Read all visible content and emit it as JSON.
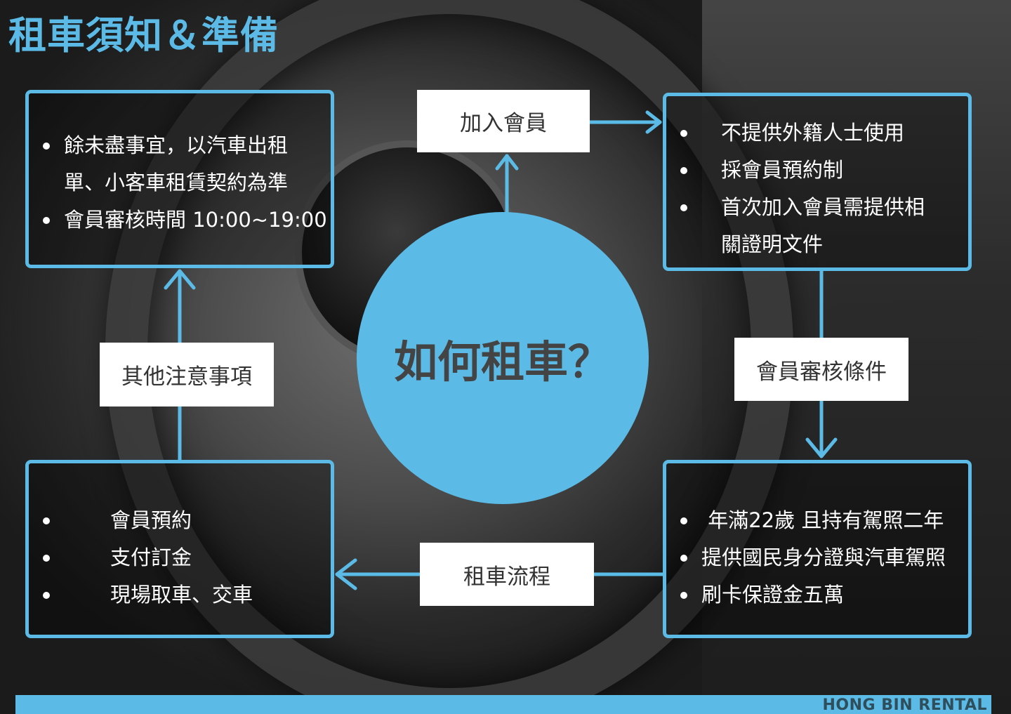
{
  "title": "租車須知＆準備",
  "center": "如何租車？",
  "labels": {
    "join": "加入會員",
    "review": "會員審核條件",
    "process": "租車流程",
    "other": "其他注意事項"
  },
  "boxes": {
    "top_left": [
      "餘未盡事宜，以汽車出租",
      "單、小客車租賃契約為準",
      "會員審核時間 10:00~19:00"
    ],
    "top_right": [
      "不提供外籍人士使用",
      "採會員預約制",
      "首次加入會員需提供相",
      "關證明文件"
    ],
    "bottom_right": [
      " 年滿22歲 且持有駕照二年",
      "提供國民身分證與汽車駕照",
      "刷卡保證金五萬"
    ],
    "bottom_left": [
      "會員預約",
      "支付訂金",
      "現場取車、交車"
    ]
  },
  "brand": "HONG BIN RENTAL",
  "colors": {
    "accent": "#5bbbe6",
    "label_bg": "#ffffff"
  }
}
